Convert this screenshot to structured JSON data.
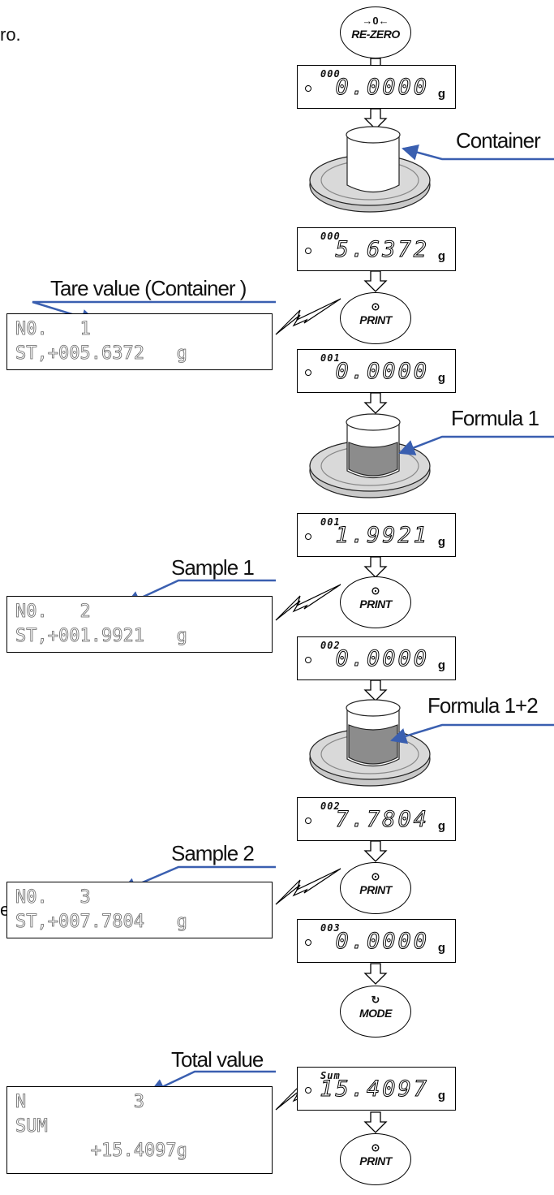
{
  "intro": {
    "fragment_top": "ro.",
    "fragment_bottom": "ey"
  },
  "keys": {
    "rezero": {
      "symbol": "→0←",
      "label": "RE-ZERO"
    },
    "print": {
      "symbol": "⊙",
      "label": "PRINT"
    },
    "mode": {
      "symbol": "↻",
      "label": "MODE"
    }
  },
  "displays": [
    {
      "counter": "000",
      "value": "0.0000",
      "unit": "g"
    },
    {
      "counter": "000",
      "value": "5.6372",
      "unit": "g"
    },
    {
      "counter": "001",
      "value": "0.0000",
      "unit": "g"
    },
    {
      "counter": "001",
      "value": "1.9921",
      "unit": "g"
    },
    {
      "counter": "002",
      "value": "0.0000",
      "unit": "g"
    },
    {
      "counter": "002",
      "value": "7.7804",
      "unit": "g"
    },
    {
      "counter": "003",
      "value": "0.0000",
      "unit": "g"
    },
    {
      "counter": "Sum",
      "value": "15.4097",
      "unit": "g"
    }
  ],
  "labels": {
    "container": "Container",
    "tare_value": "Tare value (Container )",
    "formula1": "Formula 1",
    "sample1": "Sample 1",
    "formula12": "Formula 1+2",
    "sample2": "Sample 2",
    "total": "Total value"
  },
  "printouts": [
    {
      "line1": "N0.   1",
      "line2": "ST,+005.6372   g"
    },
    {
      "line1": "N0.   2",
      "line2": "ST,+001.9921   g"
    },
    {
      "line1": "N0.   3",
      "line2": "ST,+007.7804   g"
    },
    {
      "line1": "N          3",
      "line2": "SUM",
      "line3": "       +15.4097g"
    }
  ],
  "colors": {
    "arrow_blue": "#3a5fb0",
    "dish_grey": "#d4d4d4",
    "liquid_grey": "#8c8c8c"
  }
}
